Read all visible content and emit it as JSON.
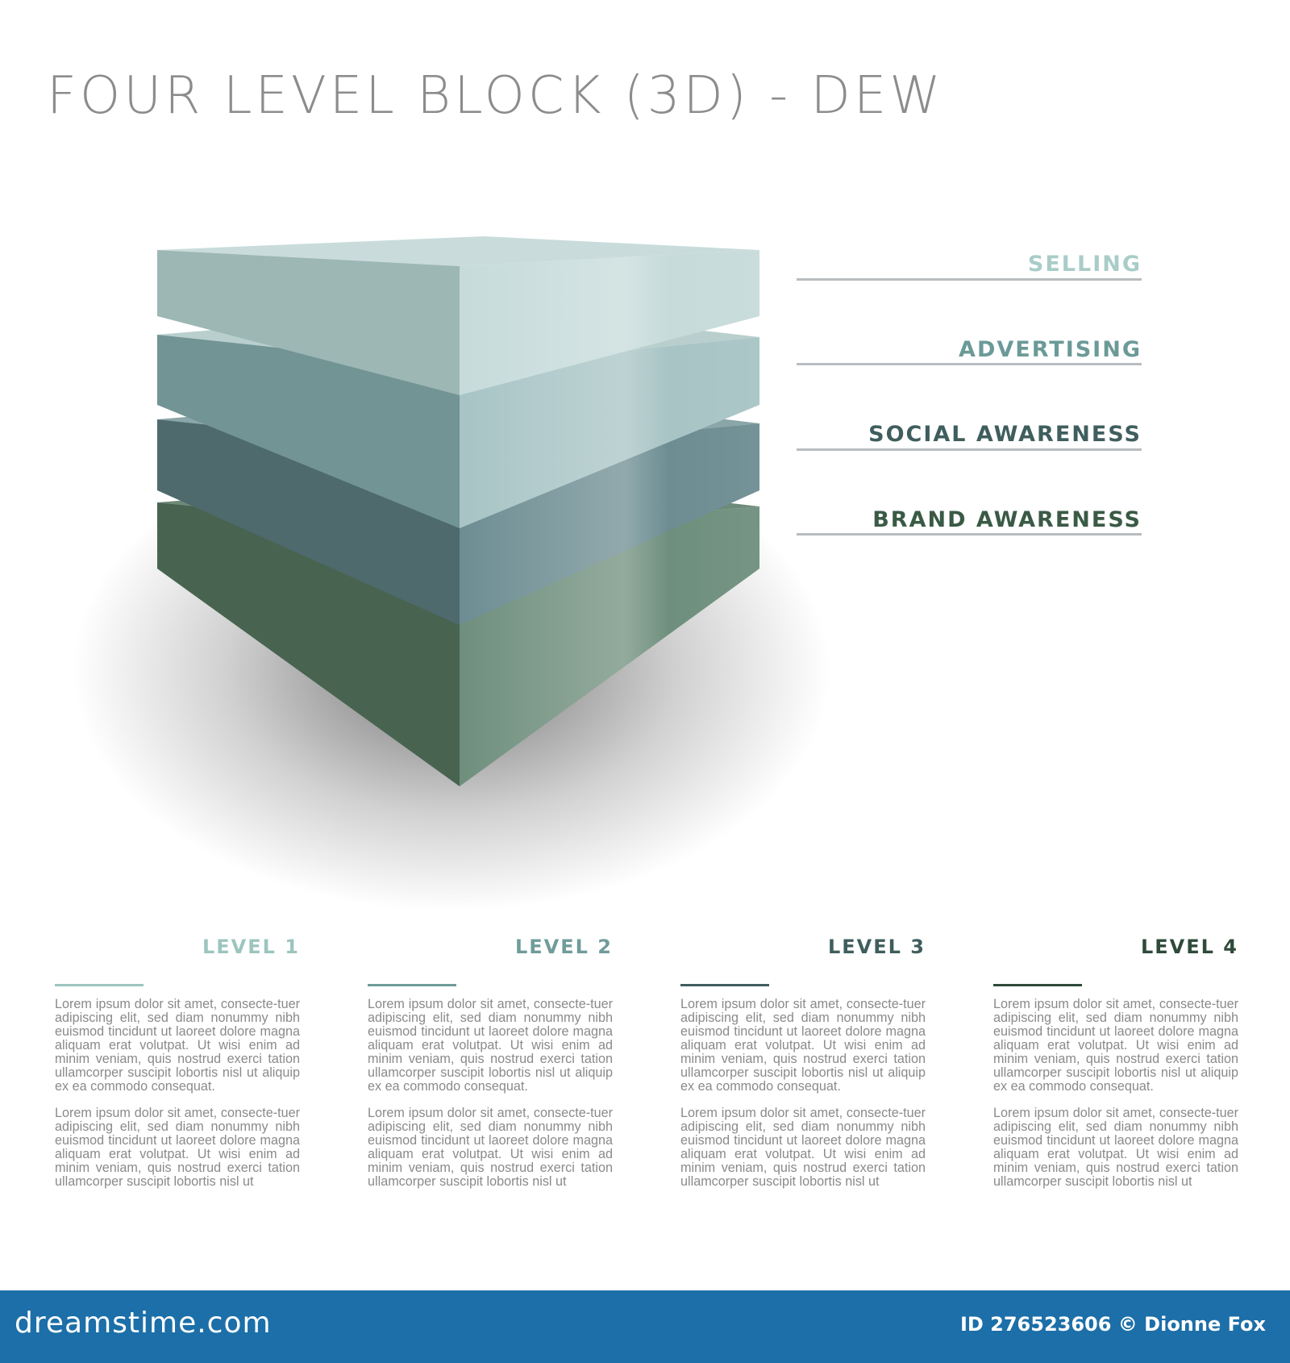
{
  "title": "FOUR LEVEL BLOCK (3D) - DEW",
  "layers": [
    {
      "label": "SELLING",
      "color": "#a9ccc8"
    },
    {
      "label": "ADVERTISING",
      "color": "#6b9a98"
    },
    {
      "label": "SOCIAL AWARENESS",
      "color": "#3f5e5d"
    },
    {
      "label": "BRAND AWARENESS",
      "color": "#3a5a45"
    }
  ],
  "block_colors": {
    "selling": {
      "top": "#c9dcdb",
      "left": "#9db7b5",
      "right": "#c6dbda"
    },
    "advertising": {
      "top": "#b8cfce",
      "left": "#729494",
      "right": "#a8c4c5"
    },
    "social": {
      "top": "#8aa6a8",
      "left": "#4e6a6d",
      "right": "#6d8d92"
    },
    "brand": {
      "top": "#6e8a78",
      "left": "#486450",
      "right": "#6f8f7d"
    }
  },
  "levels": [
    {
      "title": "LEVEL 1",
      "color": "#9cc5bf",
      "paragraphs": [
        "Lorem ipsum dolor sit amet, consecte-tuer adipiscing elit, sed diam nonummy nibh euismod tincidunt ut laoreet dolore magna aliquam erat volutpat. Ut wisi enim ad minim veniam, quis nostrud exerci tation ullamcorper suscipit lobortis nisl ut aliquip ex ea commodo consequat.",
        "Lorem ipsum dolor sit amet, consecte-tuer adipiscing elit, sed diam nonummy nibh euismod tincidunt ut laoreet dolore magna aliquam erat volutpat. Ut wisi enim ad minim veniam, quis nostrud exerci tation ullamcorper suscipit lobortis nisl ut"
      ]
    },
    {
      "title": "LEVEL 2",
      "color": "#6f9c9a",
      "paragraphs": [
        "Lorem ipsum dolor sit amet, consecte-tuer adipiscing elit, sed diam nonummy nibh euismod tincidunt ut laoreet dolore magna aliquam erat volutpat. Ut wisi enim ad minim veniam, quis nostrud exerci tation ullamcorper suscipit lobortis nisl ut aliquip ex ea commodo consequat.",
        "Lorem ipsum dolor sit amet, consecte-tuer adipiscing elit, sed diam nonummy nibh euismod tincidunt ut laoreet dolore magna aliquam erat volutpat. Ut wisi enim ad minim veniam, quis nostrud exerci tation ullamcorper suscipit lobortis nisl ut"
      ]
    },
    {
      "title": "LEVEL 3",
      "color": "#3f5e5d",
      "paragraphs": [
        "Lorem ipsum dolor sit amet, consecte-tuer adipiscing elit, sed diam nonummy nibh euismod tincidunt ut laoreet dolore magna aliquam erat volutpat. Ut wisi enim ad minim veniam, quis nostrud exerci tation ullamcorper suscipit lobortis nisl ut aliquip ex ea commodo consequat.",
        "Lorem ipsum dolor sit amet, consecte-tuer adipiscing elit, sed diam nonummy nibh euismod tincidunt ut laoreet dolore magna aliquam erat volutpat. Ut wisi enim ad minim veniam, quis nostrud exerci tation ullamcorper suscipit lobortis nisl ut"
      ]
    },
    {
      "title": "LEVEL 4",
      "color": "#2f4a3a",
      "paragraphs": [
        "Lorem ipsum dolor sit amet, consecte-tuer adipiscing elit, sed diam nonummy nibh euismod tincidunt ut laoreet dolore magna aliquam erat volutpat. Ut wisi enim ad minim veniam, quis nostrud exerci tation ullamcorper suscipit lobortis nisl ut aliquip ex ea commodo consequat.",
        "Lorem ipsum dolor sit amet, consecte-tuer adipiscing elit, sed diam nonummy nibh euismod tincidunt ut laoreet dolore magna aliquam erat volutpat. Ut wisi enim ad minim veniam, quis nostrud exerci tation ullamcorper suscipit lobortis nisl ut"
      ]
    }
  ],
  "footer": {
    "brand": "dreamstime.com",
    "credit": "ID 276523606 © Dionne Fox",
    "background": "#1c6fa8"
  }
}
